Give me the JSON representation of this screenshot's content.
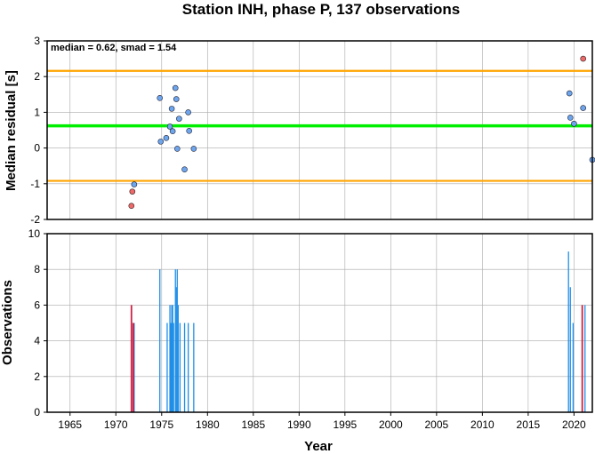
{
  "title": "Station INH, phase P, 137 observations",
  "colors": {
    "median_line": "#00ee00",
    "smad_line": "#ffa500",
    "point_blue": "#6ea6ee",
    "point_red": "#ee6a6a",
    "bar_blue": "#1f8fe8",
    "bar_red": "#cc2244",
    "grid": "#aaaaaa"
  },
  "chart_data": [
    {
      "type": "scatter",
      "ylabel": "Median residual [s]",
      "annotation": "median = 0.62, smad = 1.54",
      "xlim": [
        1962.5,
        2022
      ],
      "ylim": [
        -2,
        3
      ],
      "yticks": [
        -2,
        -1,
        0,
        1,
        2,
        3
      ],
      "grid": true,
      "hlines": [
        {
          "role": "median",
          "y": 0.62
        },
        {
          "role": "upper",
          "y": 2.16
        },
        {
          "role": "lower",
          "y": -0.92
        }
      ],
      "points_blue": [
        {
          "x": 1972.0,
          "y": -1.02
        },
        {
          "x": 1974.8,
          "y": 1.4
        },
        {
          "x": 1974.9,
          "y": 0.18
        },
        {
          "x": 1975.5,
          "y": 0.28
        },
        {
          "x": 1975.9,
          "y": 0.6
        },
        {
          "x": 1976.1,
          "y": 1.1
        },
        {
          "x": 1976.2,
          "y": 0.47
        },
        {
          "x": 1976.5,
          "y": 1.68
        },
        {
          "x": 1976.6,
          "y": 1.37
        },
        {
          "x": 1976.7,
          "y": -0.02
        },
        {
          "x": 1976.9,
          "y": 0.82
        },
        {
          "x": 1977.5,
          "y": -0.6
        },
        {
          "x": 1977.9,
          "y": 1.0
        },
        {
          "x": 1978.0,
          "y": 0.48
        },
        {
          "x": 1978.5,
          "y": -0.02
        },
        {
          "x": 2019.5,
          "y": 1.53
        },
        {
          "x": 2019.6,
          "y": 0.85
        },
        {
          "x": 2020.0,
          "y": 0.68
        },
        {
          "x": 2021.0,
          "y": 1.12
        },
        {
          "x": 2022.0,
          "y": -0.33
        }
      ],
      "points_red": [
        {
          "x": 1971.7,
          "y": -1.62
        },
        {
          "x": 1971.8,
          "y": -1.22
        },
        {
          "x": 2021.0,
          "y": 2.5
        }
      ]
    },
    {
      "type": "bar",
      "xlabel": "Year",
      "ylabel": "Observations",
      "xlim": [
        1962.5,
        2022
      ],
      "ylim": [
        0,
        10
      ],
      "yticks": [
        0,
        2,
        4,
        6,
        8,
        10
      ],
      "xticks": [
        1965,
        1970,
        1975,
        1980,
        1985,
        1990,
        1995,
        2000,
        2005,
        2010,
        2015,
        2020
      ],
      "grid": true,
      "bars_blue": [
        {
          "x": 1972.0,
          "y": 5
        },
        {
          "x": 1974.8,
          "y": 8
        },
        {
          "x": 1975.6,
          "y": 5
        },
        {
          "x": 1975.9,
          "y": 6
        },
        {
          "x": 1976.0,
          "y": 5
        },
        {
          "x": 1976.1,
          "y": 6
        },
        {
          "x": 1976.2,
          "y": 6
        },
        {
          "x": 1976.3,
          "y": 5
        },
        {
          "x": 1976.5,
          "y": 8
        },
        {
          "x": 1976.6,
          "y": 7
        },
        {
          "x": 1976.7,
          "y": 8
        },
        {
          "x": 1976.8,
          "y": 6
        },
        {
          "x": 1977.0,
          "y": 5
        },
        {
          "x": 1977.5,
          "y": 5
        },
        {
          "x": 1977.9,
          "y": 5
        },
        {
          "x": 1978.5,
          "y": 5
        },
        {
          "x": 2019.4,
          "y": 9
        },
        {
          "x": 2019.6,
          "y": 7
        },
        {
          "x": 2019.9,
          "y": 5
        },
        {
          "x": 2021.2,
          "y": 6
        }
      ],
      "bars_red": [
        {
          "x": 1971.7,
          "y": 6
        },
        {
          "x": 1971.9,
          "y": 5
        },
        {
          "x": 2020.9,
          "y": 6
        }
      ]
    }
  ]
}
